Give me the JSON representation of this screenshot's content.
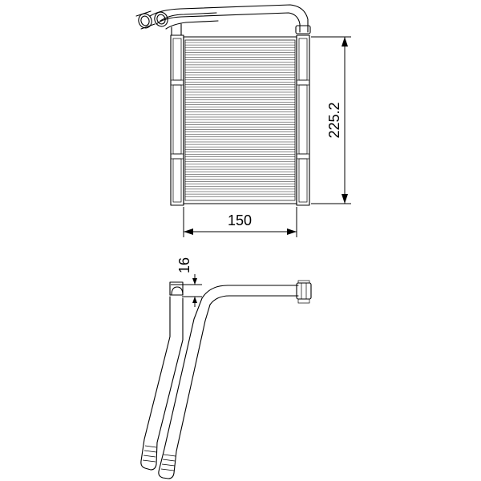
{
  "dimensions": {
    "height_label": "225.2",
    "width_label": "150",
    "depth_label": "16"
  },
  "colors": {
    "line": "#000000",
    "background": "#ffffff"
  }
}
